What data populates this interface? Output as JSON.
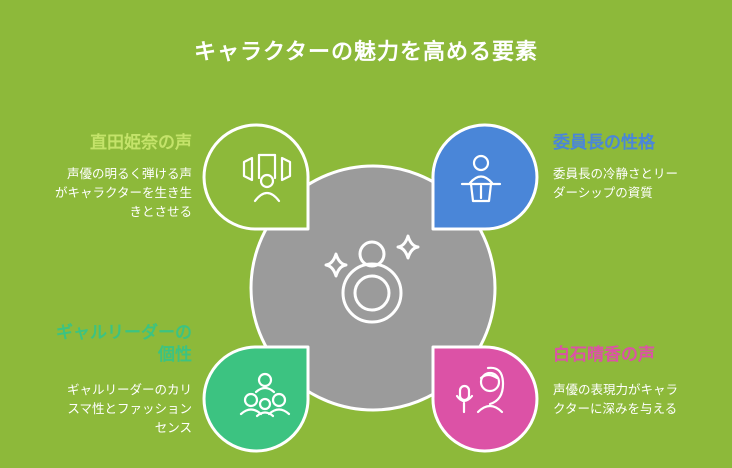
{
  "title": "キャラクターの魅力を高める要素",
  "colors": {
    "background": "#8db93a",
    "center": "#9b9b9b",
    "top_left": "#8db93a",
    "top_right": "#4a86d8",
    "bottom_left": "#3cc381",
    "bottom_right": "#dc52a6"
  },
  "center": {
    "icon": "ring-sparkle-icon"
  },
  "top_left": {
    "heading": "直田姫奈の声",
    "body_lines": [
      "声優の明るく弾ける声",
      "がキャラクターを生き生",
      "きとさせる"
    ],
    "icon": "voice-booth-icon"
  },
  "top_right": {
    "heading": "委員長の性格",
    "body_lines": [
      "委員長の冷静さとリー",
      "ダーシップの資質"
    ],
    "icon": "podium-speaker-icon"
  },
  "bottom_left": {
    "heading_lines": [
      "ギャルリーダーの",
      "個性"
    ],
    "body_lines": [
      "ギャルリーダーのカリ",
      "スマ性とファッション",
      "センス"
    ],
    "icon": "group-people-icon"
  },
  "bottom_right": {
    "heading": "白石晴香の声",
    "body_lines": [
      "声優の表現力がキャラ",
      "クターに深みを与える"
    ],
    "icon": "singer-microphone-icon"
  }
}
